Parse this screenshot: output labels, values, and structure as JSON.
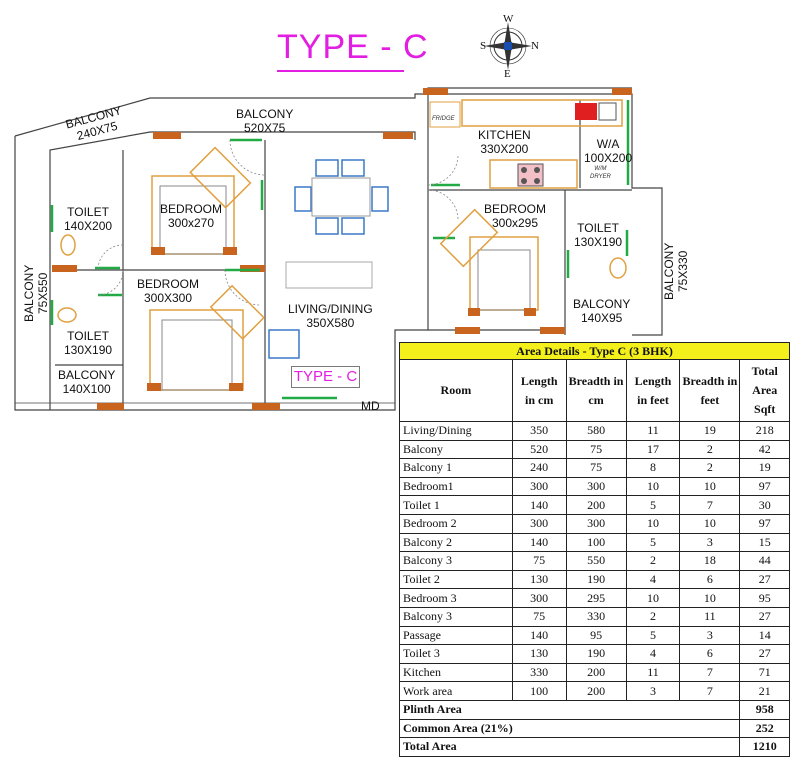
{
  "title": "TYPE - C",
  "stamp": "TYPE - C",
  "compass": {
    "n": "N",
    "s": "S",
    "e": "E",
    "w": "W"
  },
  "colors": {
    "accent": "#e31ee3",
    "header": "#f3f01c",
    "wall_mark": "#c8641e",
    "window": "#22aa44",
    "furniture": "#e0a040"
  },
  "rooms": {
    "balcony_top": {
      "name": "BALCONY",
      "size": "520X75"
    },
    "balcony_tl": {
      "name": "BALCONY",
      "size": "240X75"
    },
    "kitchen": {
      "name": "KITCHEN",
      "size": "330X200"
    },
    "wa": {
      "name": "W/A",
      "size": "100X200"
    },
    "toilet1": {
      "name": "TOILET",
      "size": "140X200"
    },
    "bedroom1": {
      "name": "BEDROOM",
      "size": "300x270"
    },
    "bedroom2": {
      "name": "BEDROOM",
      "size": "300X300"
    },
    "bedroom3": {
      "name": "BEDROOM",
      "size": "300x295"
    },
    "toilet_r": {
      "name": "TOILET",
      "size": "130X190"
    },
    "balcony_rv": {
      "name": "BALCONY",
      "size": "75X330"
    },
    "balcony_lv": {
      "name": "BALCONY",
      "size": "75X550"
    },
    "living": {
      "name": "LIVING/DINING",
      "size": "350X580"
    },
    "toilet2": {
      "name": "TOILET",
      "size": "130X190"
    },
    "balcony_r": {
      "name": "BALCONY",
      "size": "140X95"
    },
    "balcony_bl": {
      "name": "BALCONY",
      "size": "140X100"
    },
    "md": "MD",
    "fridge": "FRIDGE",
    "wm": "W/M",
    "dryer": "DRYER"
  },
  "table": {
    "caption": "Area Details - Type C (3 BHK)",
    "headers": [
      "Room",
      "Length in cm",
      "Breadth in cm",
      "Length in feet",
      "Breadth in feet",
      "Total Area Sqft"
    ],
    "rows": [
      [
        "Living/Dining",
        "350",
        "580",
        "11",
        "19",
        "218"
      ],
      [
        "Balcony",
        "520",
        "75",
        "17",
        "2",
        "42"
      ],
      [
        "Balcony 1",
        "240",
        "75",
        "8",
        "2",
        "19"
      ],
      [
        "Bedroom1",
        "300",
        "300",
        "10",
        "10",
        "97"
      ],
      [
        "Toilet 1",
        "140",
        "200",
        "5",
        "7",
        "30"
      ],
      [
        "Bedroom 2",
        "300",
        "300",
        "10",
        "10",
        "97"
      ],
      [
        "Balcony 2",
        "140",
        "100",
        "5",
        "3",
        "15"
      ],
      [
        "Balcony 3",
        "75",
        "550",
        "2",
        "18",
        "44"
      ],
      [
        "Toilet 2",
        "130",
        "190",
        "4",
        "6",
        "27"
      ],
      [
        "Bedroom 3",
        "300",
        "295",
        "10",
        "10",
        "95"
      ],
      [
        "Balcony 3",
        "75",
        "330",
        "2",
        "11",
        "27"
      ],
      [
        "Passage",
        "140",
        "95",
        "5",
        "3",
        "14"
      ],
      [
        "Toilet 3",
        "130",
        "190",
        "4",
        "6",
        "27"
      ],
      [
        "Kitchen",
        "330",
        "200",
        "11",
        "7",
        "71"
      ],
      [
        "Work area",
        "100",
        "200",
        "3",
        "7",
        "21"
      ]
    ],
    "summary": [
      {
        "label": "Plinth Area",
        "value": "958"
      },
      {
        "label": "Common Area (21%)",
        "value": "252"
      },
      {
        "label": "Total Area",
        "value": "1210"
      }
    ]
  }
}
